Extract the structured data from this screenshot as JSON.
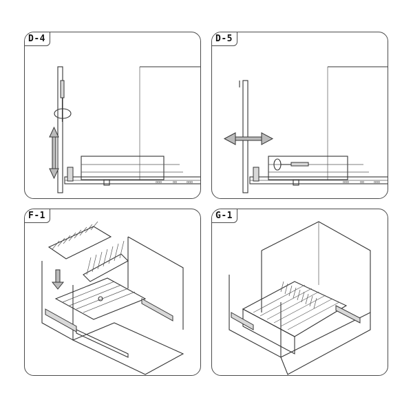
{
  "panels": [
    {
      "label": "D-4"
    },
    {
      "label": "D-5"
    },
    {
      "label": "F-1"
    },
    {
      "label": "G-1"
    }
  ]
}
